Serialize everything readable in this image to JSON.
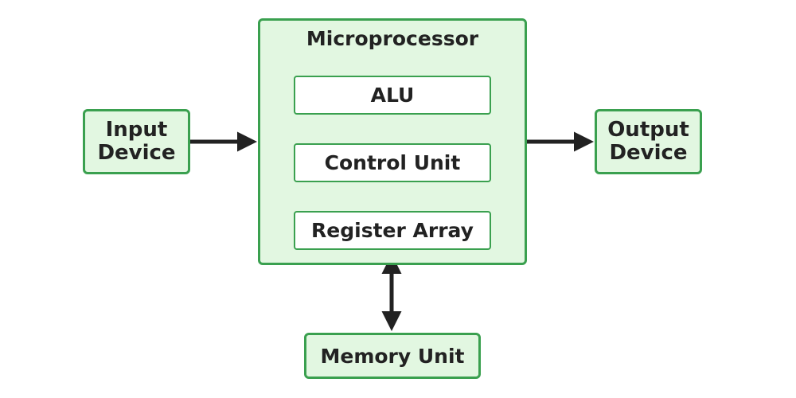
{
  "diagram": {
    "input_device": "Input Device",
    "output_device": "Output Device",
    "microprocessor": {
      "title": "Microprocessor",
      "components": [
        "ALU",
        "Control Unit",
        "Register Array"
      ]
    },
    "memory_unit": "Memory Unit"
  },
  "colors": {
    "box_fill": "#e2f7e1",
    "box_border": "#3aa04f",
    "inner_fill": "#ffffff",
    "arrow": "#222222",
    "text": "#222222"
  }
}
